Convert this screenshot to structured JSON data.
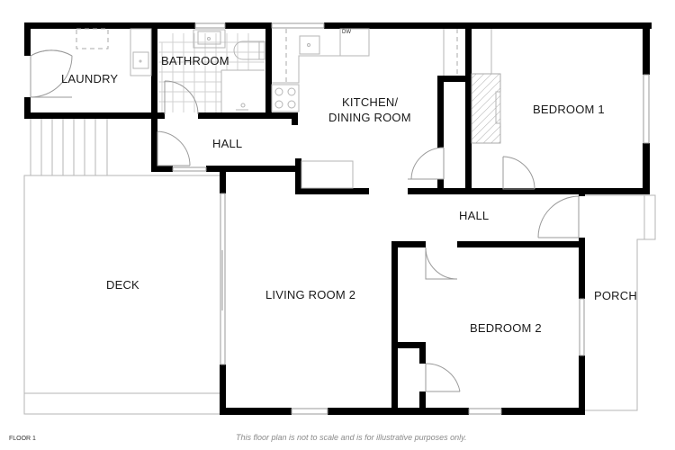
{
  "plan": {
    "floor_label": "FLOOR 1",
    "disclaimer": "This floor plan is not to scale and is for illustrative purposes only.",
    "rooms": {
      "laundry": "LAUNDRY",
      "bathroom": "BATHROOM",
      "kitchen_line1": "KITCHEN/",
      "kitchen_line2": "DINING ROOM",
      "bedroom1": "BEDROOM 1",
      "hall_upper": "HALL",
      "hall_lower": "HALL",
      "deck": "DECK",
      "living_room": "LIVING ROOM 2",
      "bedroom2": "BEDROOM 2",
      "porch": "PORCH"
    },
    "fixtures": {
      "dishwasher": "DW"
    },
    "colors": {
      "wall": "#000000",
      "fixture_line": "#9a9a9a",
      "text": "#1a1a1a",
      "disclaimer_text": "#8a8a8a"
    }
  }
}
